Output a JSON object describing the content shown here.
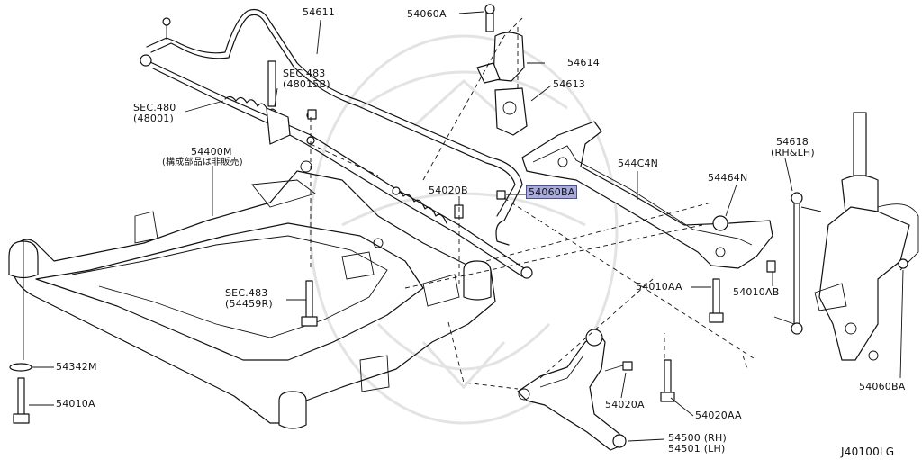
{
  "diagram_code": "J40100LG",
  "highlight_color": "#a9abdc",
  "labels": {
    "p54611": "54611",
    "p54060A": "54060A",
    "p54614": "54614",
    "p54613": "54613",
    "sec483a_1": "SEC.483",
    "sec483a_2": "(48015B)",
    "sec480_1": "SEC.480",
    "sec480_2": "(48001)",
    "p54400M_1": "54400M",
    "p54400M_2": "(構成部品は非販売)",
    "p544C4N": "544C4N",
    "p54618_1": "54618",
    "p54618_2": "(RH&LH)",
    "p54020B": "54020B",
    "p54060BA_hl": "54060BA",
    "p54464N": "54464N",
    "sec483b_1": "SEC.483",
    "sec483b_2": "(54459R)",
    "p54010AA": "54010AA",
    "p54010AB": "54010AB",
    "p54342M": "54342M",
    "p54010A": "54010A",
    "p54020A": "54020A",
    "p54020AA": "54020AA",
    "p54500": "54500 (RH)",
    "p54501": "54501 (LH)",
    "p54060BA_r": "54060BA"
  }
}
